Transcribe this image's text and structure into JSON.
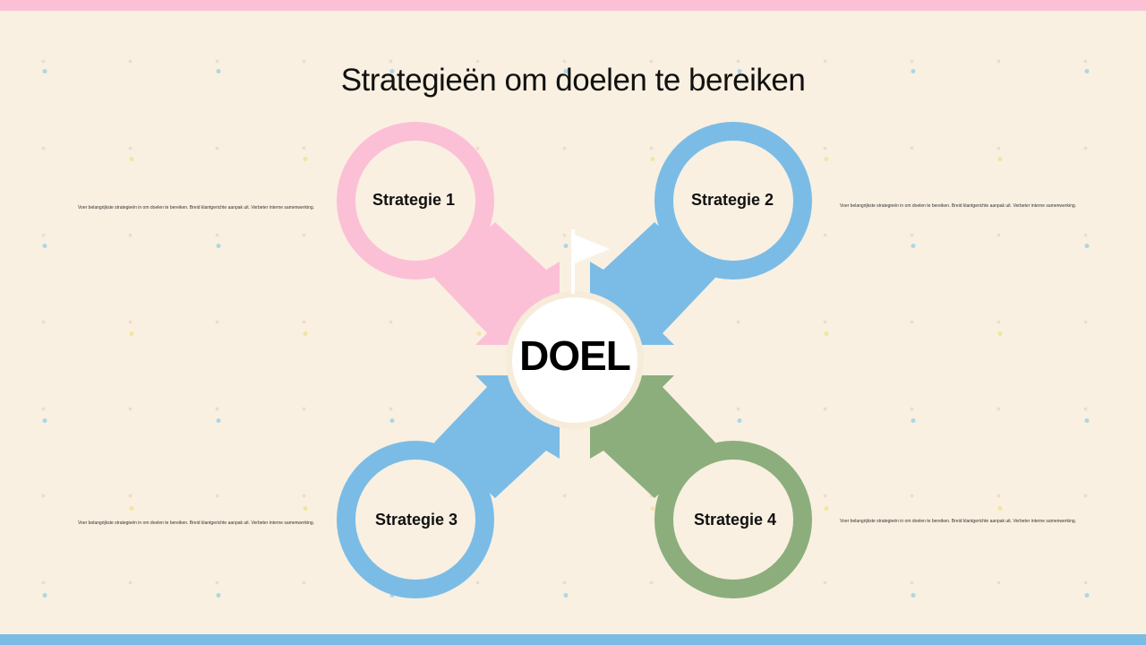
{
  "title": "Strategieën om doelen te bereiken",
  "center": {
    "label": "DOEL",
    "icon": "flag-icon"
  },
  "strategies": [
    {
      "label": "Strategie 1",
      "color": "#fcc0d6",
      "description": "Voer belangrijkste strategieën in om doelen te bereiken. Breid klantgerichte aanpak uit. Verbeter interne samenwerking."
    },
    {
      "label": "Strategie 2",
      "color": "#7bbce6",
      "description": "Voer belangrijkste strategieën in om doelen te bereiken. Breid klantgerichte aanpak uit. Verbeter interne samenwerking."
    },
    {
      "label": "Strategie 3",
      "color": "#7bbce6",
      "description": "Voer belangrijkste strategieën in om doelen te bereiken. Breid klantgerichte aanpak uit. Verbeter interne samenwerking."
    },
    {
      "label": "Strategie 4",
      "color": "#8cae7c",
      "description": "Voer belangrijkste strategieën in om doelen te bereiken. Breid klantgerichte aanpak uit. Verbeter interne samenwerking."
    }
  ],
  "colors": {
    "background": "#f9f0e1",
    "top_bar": "#fcc0d6",
    "bottom_bar": "#7bbce6"
  }
}
